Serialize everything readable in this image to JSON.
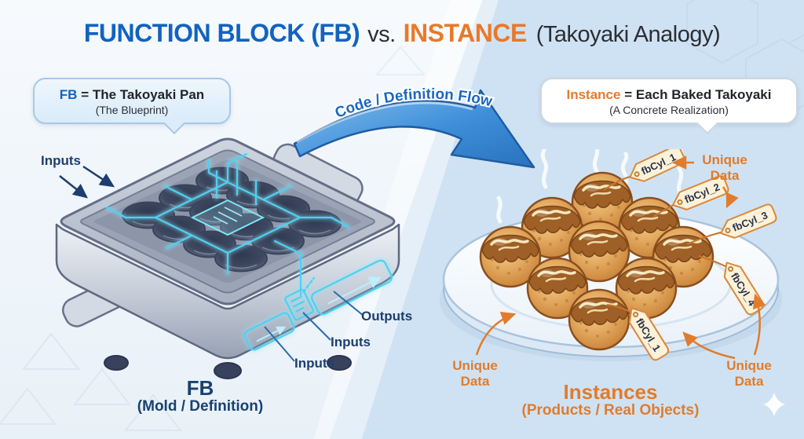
{
  "title": {
    "fb": "FUNCTION BLOCK (FB)",
    "vs": "vs.",
    "instance": "INSTANCE",
    "suffix": "(Takoyaki Analogy)"
  },
  "callout_left": {
    "term": "FB",
    "equals": "= The Takoyaki Pan",
    "sub": "(The Blueprint)"
  },
  "callout_right": {
    "term": "Instance",
    "equals": "= Each Baked Takoyaki",
    "sub": "(A Concrete Realization)"
  },
  "flow_label": "Code / Definition Flow",
  "pan": {
    "inputs_top": "Inputs",
    "outputs": "Outputs",
    "inputs_mid": "Inputs",
    "inputs_bottom": "Inputs",
    "caption": "FB",
    "caption_sub": "(Mold / Definition)"
  },
  "plate": {
    "tags": [
      "fbCyl_1",
      "fbCyl_2",
      "fbCyl_3",
      "fbCyl_4",
      "fbCyl_1"
    ],
    "unique_top": "Unique Data",
    "unique_left": "Unique Data",
    "unique_right": "Unique Data",
    "caption": "Instances",
    "caption_sub": "(Products / Real Objects)"
  },
  "colors": {
    "title_blue": "#1263c0",
    "title_orange": "#e8792b",
    "label_navy": "#1d3e6e",
    "circuit_cyan": "#4fd0f2",
    "arrow_blue": "#3e8ed9",
    "tag_fill": "#fcf2d9",
    "tag_border": "#d9883c",
    "plate_white": "#fdfeff",
    "takoyaki_brown": "#cd8a3f",
    "background_right": "#cfe2f3"
  }
}
